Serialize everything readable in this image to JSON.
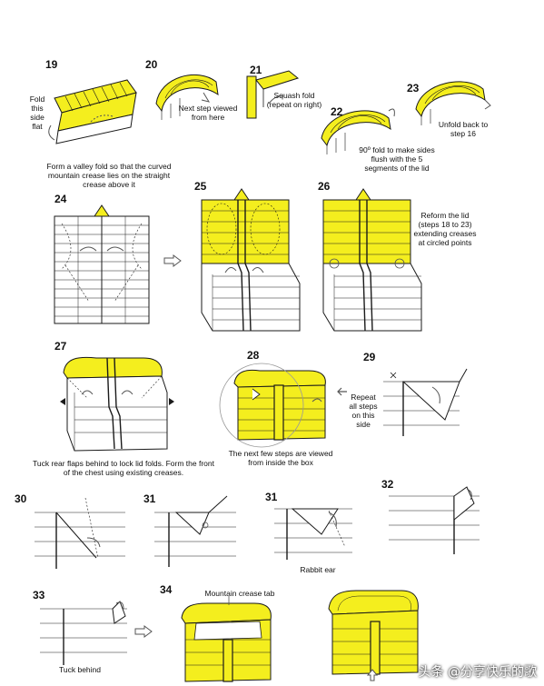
{
  "colors": {
    "paper": "#f4ee1e",
    "paper_dark": "#d9cf10",
    "line": "#1a1a1a",
    "arrow": "#555555"
  },
  "steps": [
    {
      "id": "s19",
      "number": "19",
      "texts": [
        "Fold this side flat",
        "Form a valley fold so that the curved mountain crease lies on the straight crease above it"
      ]
    },
    {
      "id": "s20",
      "number": "20",
      "texts": [
        "Next step viewed from here"
      ]
    },
    {
      "id": "s21",
      "number": "21",
      "texts": [
        "Squash fold (repeat on right)"
      ]
    },
    {
      "id": "s22",
      "number": "22",
      "texts": [
        "90º fold to make sides flush with the 5 segments of the lid"
      ]
    },
    {
      "id": "s23",
      "number": "23",
      "texts": [
        "Unfold back to step 16"
      ]
    },
    {
      "id": "s24",
      "number": "24",
      "texts": []
    },
    {
      "id": "s25",
      "number": "25",
      "texts": []
    },
    {
      "id": "s26",
      "number": "26",
      "texts": [
        "Reform the lid (steps 18 to 23) extending creases at circled points"
      ]
    },
    {
      "id": "s27",
      "number": "27",
      "texts": [
        "Tuck rear flaps behind to lock lid folds. Form the front of the chest using existing creases."
      ]
    },
    {
      "id": "s28",
      "number": "28",
      "texts": [
        "The next few steps are viewed from inside the box"
      ]
    },
    {
      "id": "s29",
      "number": "29",
      "texts": [
        "Repeat all steps on this side"
      ]
    },
    {
      "id": "s30",
      "number": "30",
      "texts": []
    },
    {
      "id": "s31a",
      "number": "31",
      "texts": []
    },
    {
      "id": "s31b",
      "number": "31",
      "texts": [
        "Rabbit ear"
      ]
    },
    {
      "id": "s32",
      "number": "32",
      "texts": []
    },
    {
      "id": "s33",
      "number": "33",
      "texts": [
        "Tuck behind"
      ]
    },
    {
      "id": "s34",
      "number": "34",
      "texts": [
        "Mountain crease tab"
      ]
    }
  ],
  "watermark": "头条 @分享快乐的歌"
}
